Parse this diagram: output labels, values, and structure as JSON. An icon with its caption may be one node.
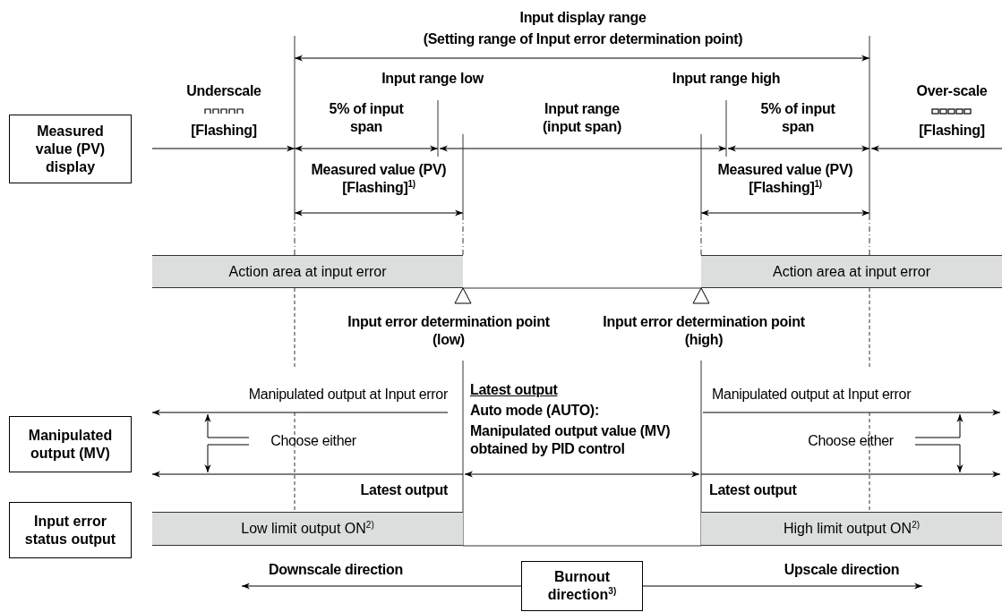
{
  "diagram": {
    "nodes": [
      {
        "text": [
          "Measured value (PV) display"
        ]
      },
      {
        "text": [
          "Action area at input error"
        ]
      },
      {
        "text": [
          "Action area at input error"
        ]
      },
      {
        "text": [
          "Manipulated output (MV)"
        ]
      },
      {
        "text": [
          "Input error status output"
        ]
      },
      {
        "text": [
          "Low limit output ON$^{2)}$"
        ]
      },
      {
        "text": [
          "High limit output ON$^{2)}$"
        ]
      },
      {
        "text": [
          "Burnout direction$^{3)}$"
        ]
      }
    ],
    "edges": [
      {
        "from": 7,
        "to": null,
        "arrow": "to",
        "label": "Downscale direction"
      },
      {
        "from": 7,
        "to": null,
        "arrow": "to",
        "label": "Upscale direction"
      }
    ],
    "labels": [
      "Input display range",
      "(Setting range of Input error determination point)",
      "Input range low",
      "Input range high",
      "Underscale",
      "[Flashing]",
      "5% of input span",
      "Input range (input span)",
      "5% of input span",
      "Over-scale",
      "[Flashing]",
      "Measured value (PV) [Flashing]$^{1)}$",
      "Measured value (PV) [Flashing]$^{1)}$",
      "Input error determination point (low)",
      "Input error determination point (high)",
      "Latest output",
      "Auto mode (AUTO):",
      "Manipulated output value (MV) obtained by PID control",
      "Manipulated output at Input error",
      "Manipulated output at Input error",
      "Choose either",
      "Choose either",
      "Latest output",
      "Latest output"
    ]
  }
}
